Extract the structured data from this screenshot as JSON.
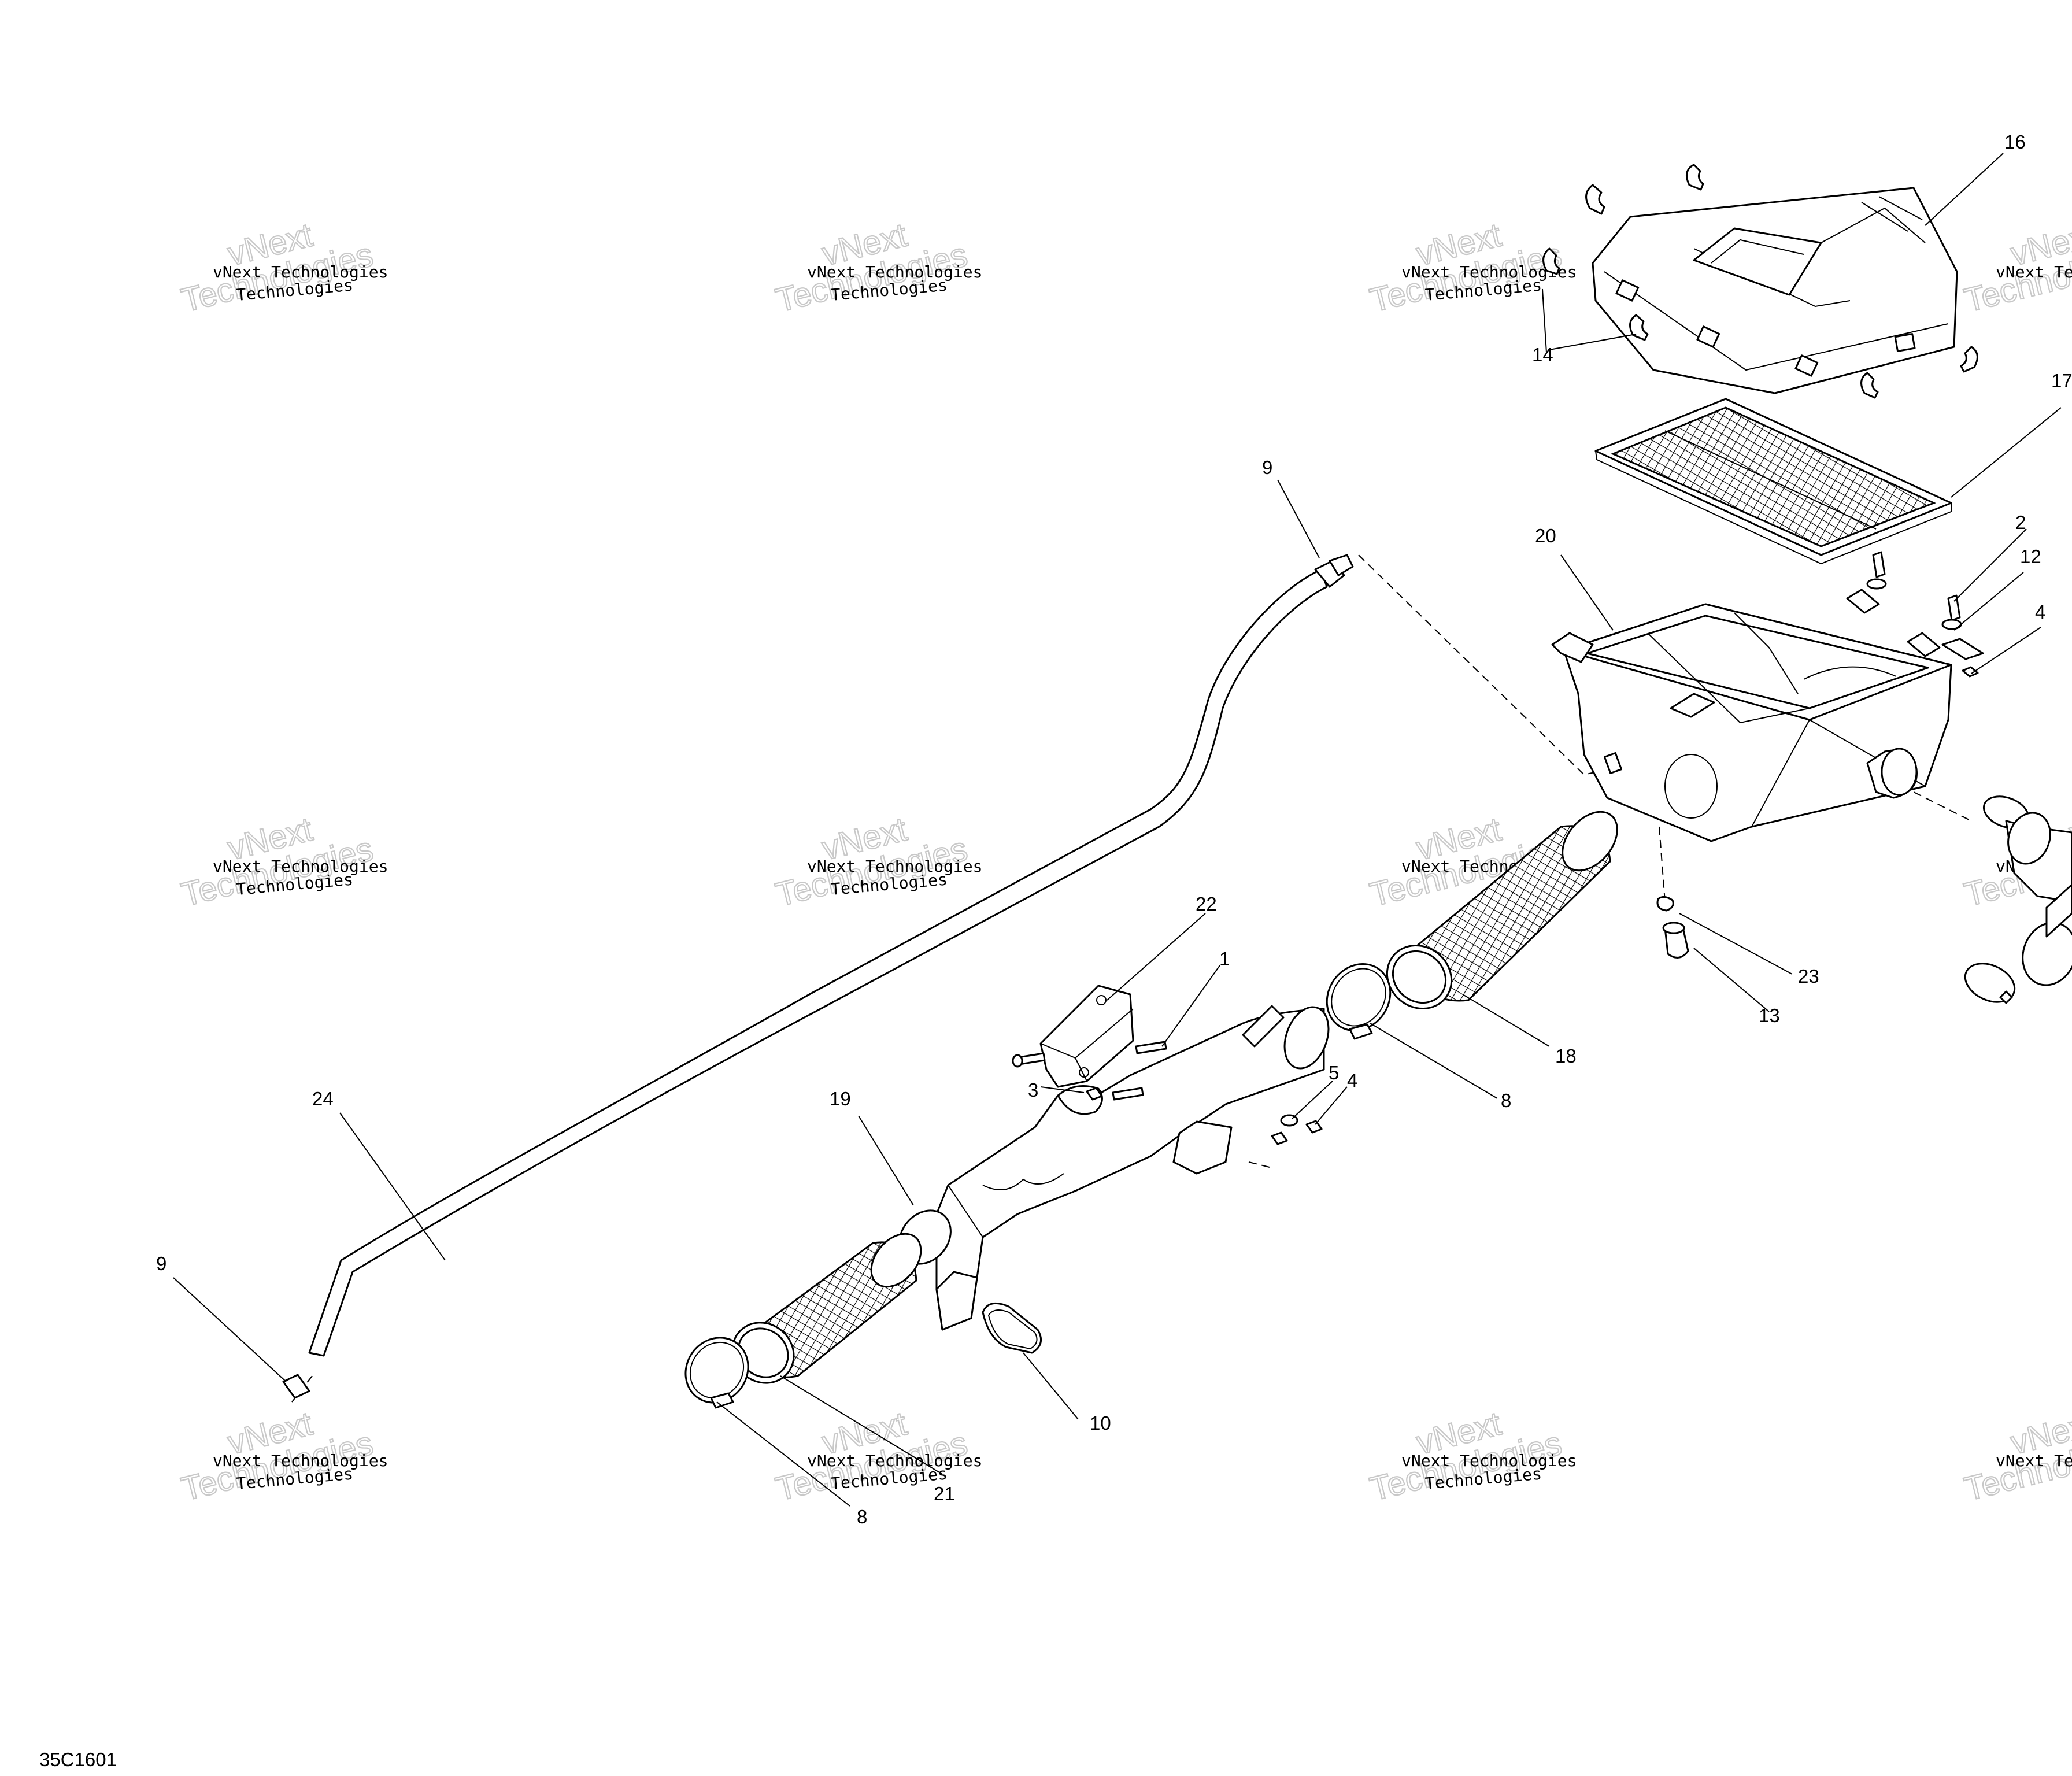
{
  "drawing_code": "35C1601",
  "watermark": {
    "small_text": "vNext Technologies",
    "large_line_1": "vNext",
    "large_line_2": "Technologies"
  },
  "callouts": {
    "c16": "16",
    "c17": "17",
    "c14": "14",
    "c9a": "9",
    "c20": "20",
    "c2": "2",
    "c12": "12",
    "c4a": "4",
    "c22": "22",
    "c1": "1",
    "c23": "23",
    "c13": "13",
    "c18": "18",
    "c3": "3",
    "c5": "5",
    "c4b": "4",
    "c8a": "8",
    "c24": "24",
    "c19": "19",
    "c9b": "9",
    "c10": "10",
    "c21": "21",
    "c8b": "8"
  }
}
